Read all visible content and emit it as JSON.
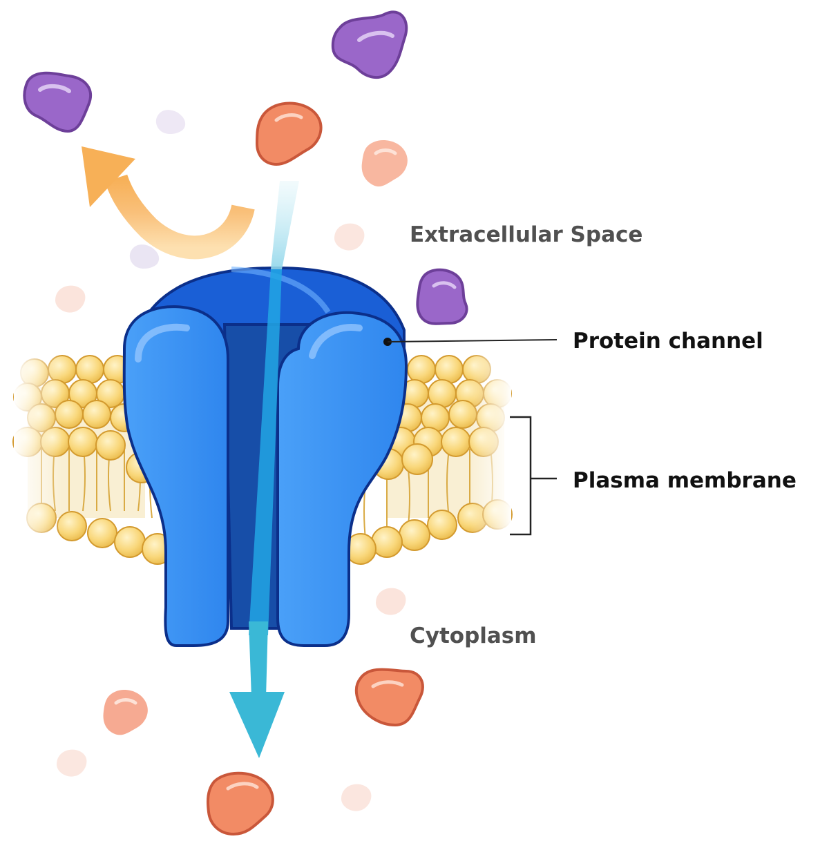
{
  "labels": {
    "extracellular": "Extracellular Space",
    "protein_channel": "Protein channel",
    "plasma_membrane": "Plasma membrane",
    "cytoplasm": "Cytoplasm"
  },
  "colors": {
    "channel_blue": "#3d93f5",
    "channel_dark": "#1a5fd6",
    "outline": "#0b2f8a",
    "lipid_head": "#f7d46a",
    "lipid_tail": "#d8a83a",
    "molecule_purple": "#9b6bcf",
    "molecule_orange": "#f08a63",
    "flow_arrow": "#3ab8d6",
    "exit_arrow": "#f9b65a"
  },
  "icons": [
    "purple-molecule-icon",
    "orange-molecule-icon",
    "flow-arrow-icon",
    "exit-arrow-icon"
  ]
}
